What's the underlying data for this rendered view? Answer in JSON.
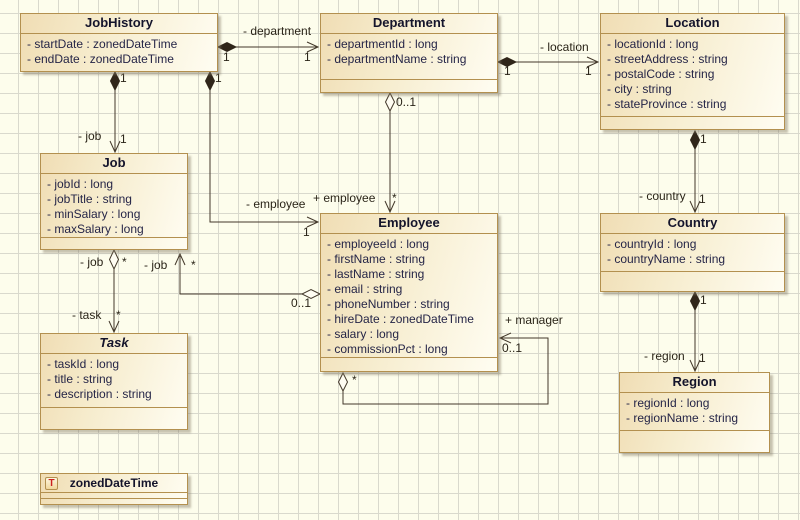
{
  "classes": {
    "jobHistory": {
      "name": "JobHistory",
      "attributes": [
        "- startDate : zonedDateTime",
        "- endDate : zonedDateTime"
      ]
    },
    "department": {
      "name": "Department",
      "attributes": [
        "- departmentId : long",
        "- departmentName : string"
      ]
    },
    "location": {
      "name": "Location",
      "attributes": [
        "- locationId : long",
        "- streetAddress : string",
        "- postalCode : string",
        "- city : string",
        "- stateProvince : string"
      ]
    },
    "job": {
      "name": "Job",
      "attributes": [
        "- jobId : long",
        "- jobTitle : string",
        "- minSalary : long",
        "- maxSalary : long"
      ]
    },
    "employee": {
      "name": "Employee",
      "attributes": [
        "- employeeId : long",
        "- firstName : string",
        "- lastName : string",
        "- email : string",
        "- phoneNumber : string",
        "- hireDate : zonedDateTime",
        "- salary : long",
        "- commissionPct : long"
      ]
    },
    "task": {
      "name": "Task",
      "attributes": [
        "- taskId : long",
        "- title : string",
        "- description : string"
      ]
    },
    "country": {
      "name": "Country",
      "attributes": [
        "- countryId : long",
        "- countryName : string"
      ]
    },
    "region": {
      "name": "Region",
      "attributes": [
        "- regionId : long",
        "- regionName : string"
      ]
    }
  },
  "datatype": {
    "name": "zonedDateTime",
    "icon_letter": "T"
  },
  "edges": {
    "jobhistory_department": {
      "role": "- department",
      "source_mult": "1",
      "target_mult": "1"
    },
    "department_location": {
      "role": "- location",
      "source_mult": "1",
      "target_mult": "1"
    },
    "jobhistory_job": {
      "role": "- job",
      "source_mult": "1",
      "target_mult": "1"
    },
    "jobhistory_employee": {
      "role": "- employee",
      "source_mult": "1",
      "target_mult": "1"
    },
    "department_employee": {
      "role": "+ employee",
      "source_mult": "0..1",
      "target_mult": "*"
    },
    "location_country": {
      "role": "- country",
      "source_mult": "1",
      "target_mult": "1"
    },
    "country_region": {
      "role": "- region",
      "source_mult": "1",
      "target_mult": "1"
    },
    "job_task": {
      "source_role": "- job",
      "source_mult": "*",
      "target_role": "- task",
      "target_mult": "*"
    },
    "employee_job": {
      "role": "- job",
      "source_mult": "0..1",
      "target_mult": "*"
    },
    "employee_manager": {
      "role": "+ manager",
      "source_mult": "*",
      "target_mult": "0..1"
    }
  },
  "colors": {
    "canvas_background": "#fdfdec",
    "grid_line": "#d9d9cd",
    "box_border": "#b3904f",
    "box_fill_start": "#f0ddb4",
    "box_fill_end": "#fffdf2",
    "edge_line": "#43382a",
    "title_text": "#14142b",
    "attribute_text": "#252547",
    "datatype_icon_letter": "#cc2020"
  }
}
